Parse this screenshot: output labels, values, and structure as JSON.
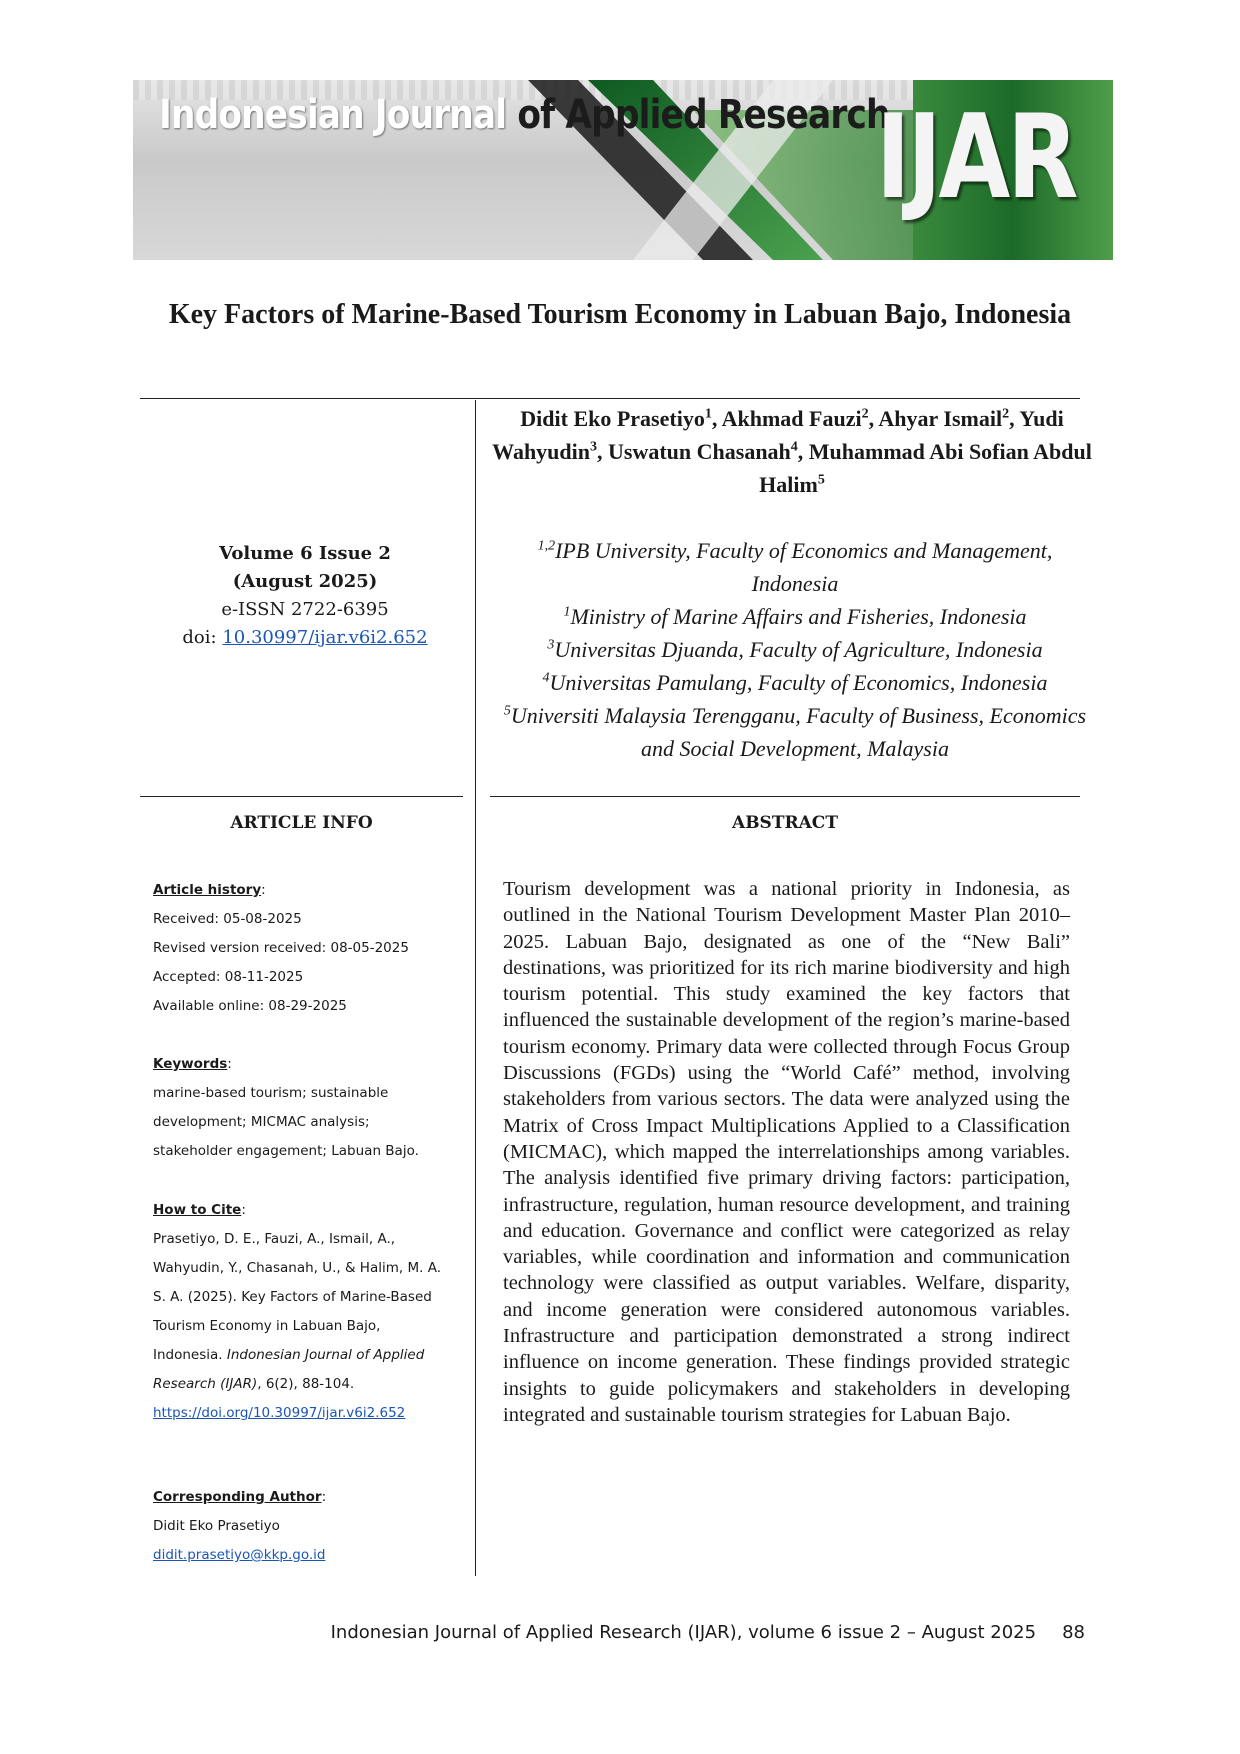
{
  "header": {
    "journal_name_part1": "Indonesian Journal",
    "journal_name_part2": "of Applied Research",
    "logo_text": "IJAR"
  },
  "article": {
    "title": "Key Factors of Marine-Based Tourism Economy in Labuan Bajo, Indonesia",
    "authors": [
      {
        "name": "Didit Eko Prasetiyo",
        "aff": "1",
        "sep": ", "
      },
      {
        "name": "Akhmad Fauzi",
        "aff": "2",
        "sep": ", "
      },
      {
        "name": "Ahyar Ismail",
        "aff": "2",
        "sep": ", "
      },
      {
        "name": "Yudi Wahyudin",
        "aff": "3",
        "sep": ", "
      },
      {
        "name": "Uswatun Chasanah",
        "aff": "4",
        "sep": ", "
      },
      {
        "name": "Muhammad Abi Sofian Abdul Halim",
        "aff": "5",
        "sep": ""
      }
    ],
    "affiliations": [
      {
        "sup": "1,2",
        "text": "IPB University, Faculty of Economics and Management, Indonesia"
      },
      {
        "sup": "1",
        "text": "Ministry of Marine Affairs and Fisheries, Indonesia"
      },
      {
        "sup": "3",
        "text": "Universitas Djuanda, Faculty of Agriculture, Indonesia"
      },
      {
        "sup": "4",
        "text": "Universitas Pamulang, Faculty of Economics, Indonesia"
      },
      {
        "sup": "5",
        "text": "Universiti Malaysia Terengganu, Faculty of Business, Economics and Social Development, Malaysia"
      }
    ]
  },
  "volume": {
    "volume_issue": "Volume 6 Issue 2",
    "date": "(August 2025)",
    "eissn": "e-ISSN 2722-6395",
    "doi_label": "doi:",
    "doi_link": "10.30997/ijar.v6i2.652"
  },
  "article_info": {
    "heading": "ARTICLE INFO",
    "history_label": "Article history",
    "received": "Received: 05-08-2025",
    "revised": "Revised version received: 08-05-2025",
    "accepted": "Accepted: 08-11-2025",
    "available": "Available online: 08-29-2025",
    "keywords_label": "Keywords",
    "keywords": "marine-based tourism; sustainable development; MICMAC analysis; stakeholder engagement; Labuan Bajo.",
    "cite_label": "How to Cite",
    "cite_text": "Prasetiyo, D. E., Fauzi, A., Ismail, A., Wahyudin, Y., Chasanah, U., & Halim, M. A. S. A. (2025). Key Factors of Marine-Based Tourism Economy in Labuan Bajo, Indonesia.",
    "cite_journal": "Indonesian Journal of Applied Research (IJAR)",
    "cite_pages": ", 6(2), 88-104.",
    "cite_url": "https://doi.org/10.30997/ijar.v6i2.652",
    "author_label": "Corresponding Author",
    "author_name": "Didit Eko Prasetiyo",
    "author_email": "didit.prasetiyo@kkp.go.id"
  },
  "abstract": {
    "heading": "ABSTRACT",
    "text": "Tourism development was a national priority in Indonesia, as outlined in the National Tourism Development Master Plan 2010–2025. Labuan Bajo, designated as one of the “New Bali” destinations, was prioritized for its rich marine biodiversity and high tourism potential. This study examined the key factors that influenced the sustainable development of the region’s marine-based tourism economy. Primary data were collected through Focus Group Discussions (FGDs) using the “World Café” method, involving stakeholders from various sectors. The data were analyzed using the Matrix of Cross Impact Multiplications Applied to a Classification (MICMAC), which mapped the interrelationships among variables. The analysis identified five primary driving factors: participation, infrastructure, regulation, human resource development, and training and education. Governance and conflict were categorized as relay variables, while coordination and information and communication technology were classified as output variables. Welfare, disparity, and income generation were considered autonomous variables. Infrastructure and participation demonstrated a strong indirect influence on income generation. These findings provided strategic insights to guide policymakers and stakeholders in developing integrated and sustainable tourism strategies for Labuan Bajo."
  },
  "footer": {
    "text": "Indonesian Journal of Applied Research (IJAR), volume 6 issue 2 – August 2025",
    "page": "88"
  },
  "colors": {
    "banner_green": "#1f6b2d",
    "link_blue": "#1a56b8"
  }
}
